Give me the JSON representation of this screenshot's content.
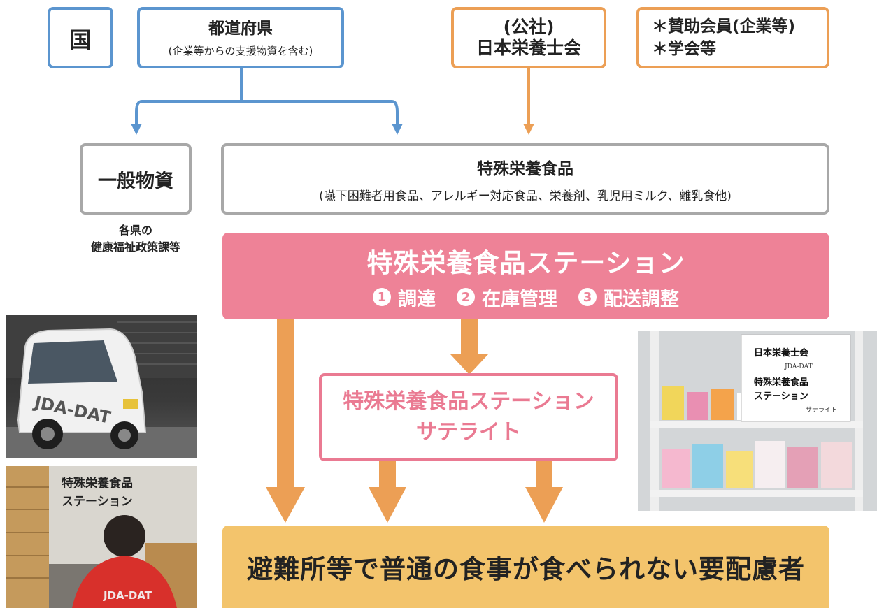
{
  "sources": {
    "kuni": "国",
    "prefecture": {
      "title": "都道府県",
      "note": "(企業等からの支援物資を含む)"
    },
    "jda": {
      "line1": "(公社)",
      "line2": "日本栄養士会"
    },
    "supporters": {
      "line1": "＊賛助会員(企業等)",
      "line2": "＊学会等"
    }
  },
  "supplies": {
    "general": "一般物資",
    "general_note": {
      "line1": "各県の",
      "line2": "健康福祉政策課等"
    },
    "special": {
      "title": "特殊栄養食品",
      "examples": "(嚥下困難者用食品、アレルギー対応食品、栄養剤、乳児用ミルク、離乳食他)"
    }
  },
  "station": {
    "title": "特殊栄養食品ステーション",
    "steps": [
      {
        "num": "1",
        "label": "調達"
      },
      {
        "num": "2",
        "label": "在庫管理"
      },
      {
        "num": "3",
        "label": "配送調整"
      }
    ]
  },
  "satellite": {
    "line1": "特殊栄養食品ステーション",
    "line2": "サテライト"
  },
  "target": "避難所等で普通の食事が食べられない要配慮者",
  "photos": {
    "van": {
      "text": "JDA-DAT"
    },
    "boxes": {
      "sign_line1": "特殊栄養食品",
      "sign_line2": "ステーション",
      "shirt": "JDA-DAT"
    },
    "shelf": {
      "sign_line1": "日本栄養士会",
      "sign_line2": "JDA-DAT",
      "sign_line3": "特殊栄養食品",
      "sign_line4": "ステーション",
      "sign_line5": "サテライト"
    }
  },
  "colors": {
    "blue": "#5b95cf",
    "orange": "#ec9f55",
    "pink": "#ee8297",
    "gray": "#a8a8a8",
    "yellow": "#f3c46c"
  }
}
